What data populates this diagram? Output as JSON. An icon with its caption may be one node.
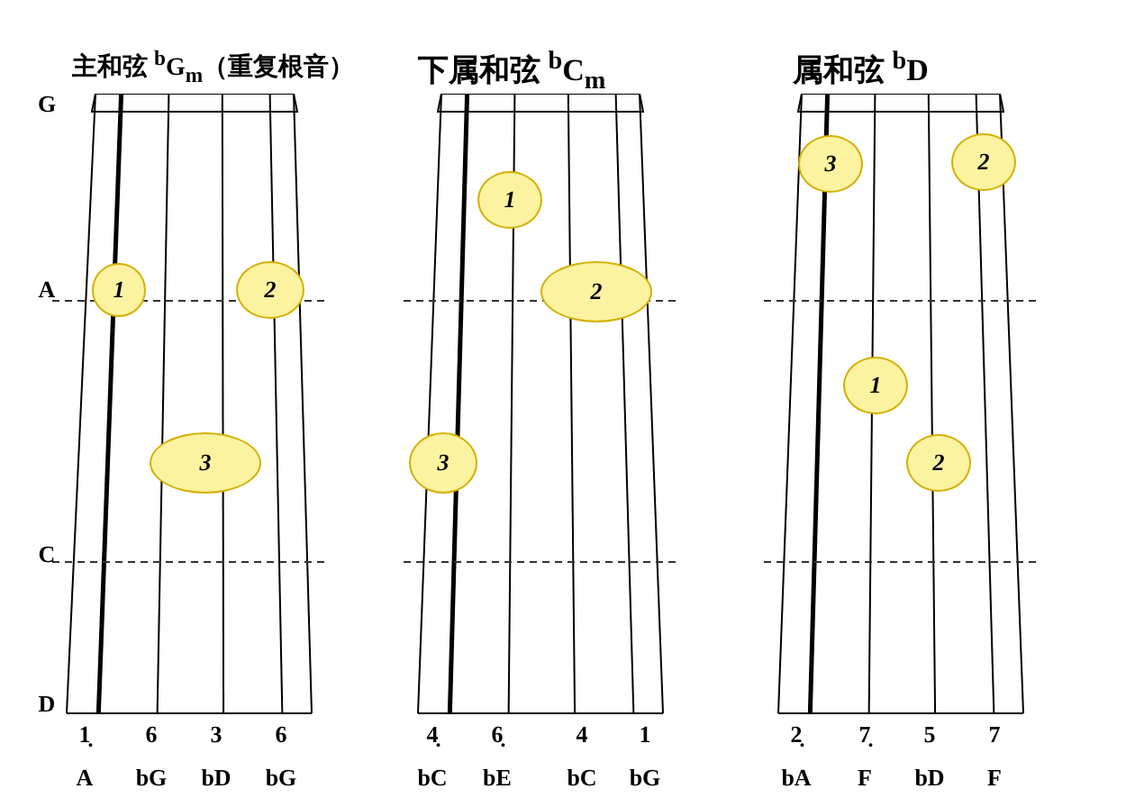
{
  "diagram": {
    "nodes": [
      {
        "text": [
          "主和弦 $^{b}$G$_{m}$（重复根音）"
        ]
      },
      {
        "text": [
          "1"
        ],
        "in": 0
      },
      {
        "text": [
          "2"
        ],
        "in": 0
      },
      {
        "text": [
          "3"
        ],
        "in": 0
      },
      {
        "text": [
          "下属和弦 $^{b}$C$_{m}$"
        ]
      },
      {
        "text": [
          "1"
        ],
        "in": 4
      },
      {
        "text": [
          "2"
        ],
        "in": 4
      },
      {
        "text": [
          "3"
        ],
        "in": 4
      },
      {
        "text": [
          "属和弦 $^{b}$D"
        ]
      },
      {
        "text": [
          "3"
        ],
        "in": 8
      },
      {
        "text": [
          "2"
        ],
        "in": 8
      },
      {
        "text": [
          "1"
        ],
        "in": 8
      },
      {
        "text": [
          "2"
        ],
        "in": 8
      }
    ],
    "labels": [
      "G",
      "A",
      "C",
      "D",
      "1̣",
      "6",
      "3",
      "6",
      "4̣",
      "6̣",
      "4",
      "1",
      "2̣",
      "7̣",
      "5",
      "7",
      "A",
      "bG",
      "bD",
      "bG",
      "bC",
      "bE",
      "bC",
      "bG",
      "bA",
      "F",
      "bD",
      "F"
    ]
  }
}
